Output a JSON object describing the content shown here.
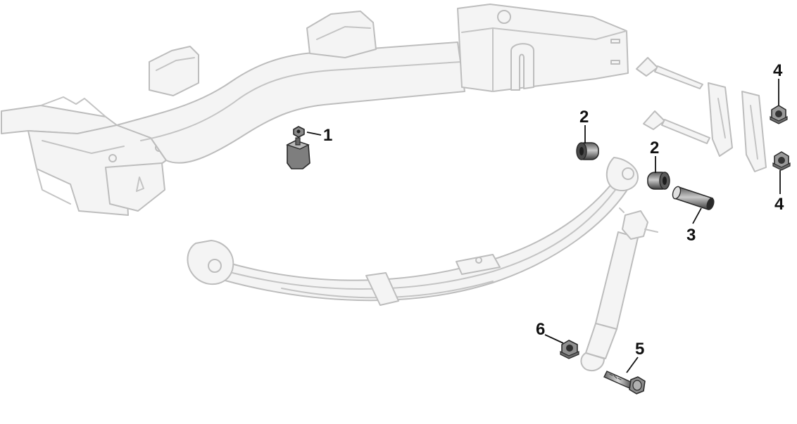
{
  "callouts": {
    "c1": "1",
    "c2a": "2",
    "c2b": "2",
    "c3": "3",
    "c4a": "4",
    "c4b": "4",
    "c5": "5",
    "c6": "6"
  },
  "colors": {
    "ghost_fill": "#f4f4f4",
    "ghost_stroke": "#bdbdbd",
    "part_dark": "#3a3a3a",
    "part_mid": "#8f8f8f",
    "part_light": "#d6d6d6",
    "callout_text": "#111111"
  }
}
